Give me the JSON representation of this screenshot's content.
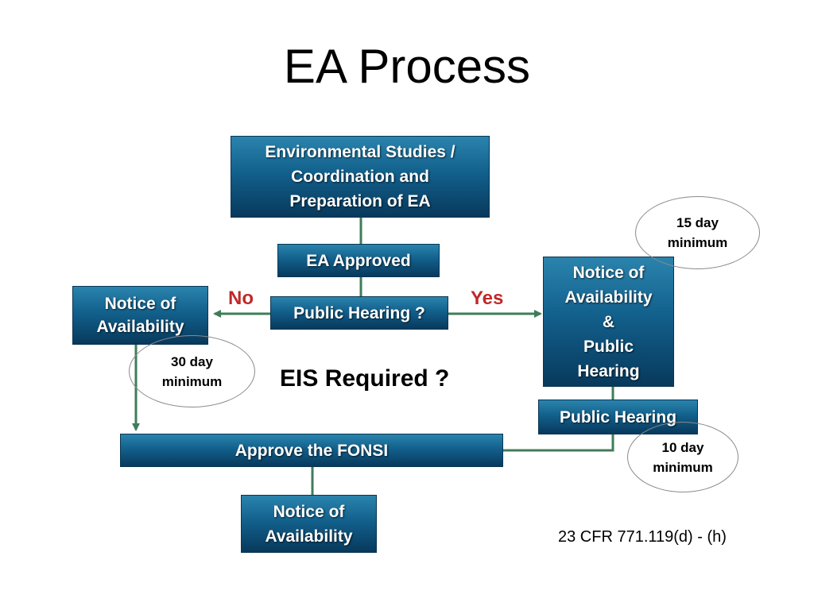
{
  "title": "EA Process",
  "nodes": {
    "env_studies": [
      "Environmental Studies /",
      "Coordination and",
      "Preparation of EA"
    ],
    "ea_approved": "EA Approved",
    "public_hearing_q": "Public Hearing ?",
    "noa_left": [
      "Notice of",
      "Availability"
    ],
    "noa_right": [
      "Notice of",
      "Availability",
      "&",
      "Public",
      "Hearing"
    ],
    "public_hearing": "Public Hearing",
    "approve_fonsi": "Approve the FONSI",
    "noa_bottom": [
      "Notice of",
      "Availability"
    ]
  },
  "ovals": {
    "left": [
      "30 day",
      "minimum"
    ],
    "top_right": [
      "15 day",
      "minimum"
    ],
    "bottom_right": [
      "10 day",
      "minimum"
    ]
  },
  "labels": {
    "no": "No",
    "yes": "Yes",
    "eis_required": "EIS Required ?",
    "citation": "23 CFR 771.119(d) - (h)"
  },
  "colors": {
    "box_top": "#2a84ad",
    "box_bottom": "#08395c",
    "connector": "#3f7d5a",
    "no_yes_label": "#c0282a"
  }
}
